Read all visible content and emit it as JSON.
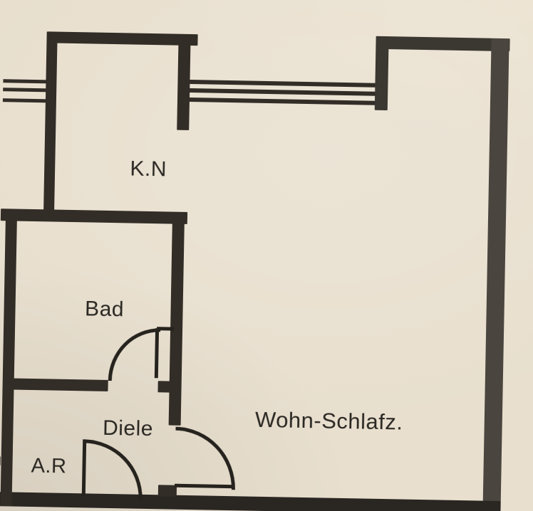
{
  "rooms": {
    "kn": {
      "label": "K.N"
    },
    "bad": {
      "label": "Bad"
    },
    "diele": {
      "label": "Diele"
    },
    "ar": {
      "label": "A.R"
    },
    "wohn": {
      "label": "Wohn-Schlafz."
    }
  },
  "colors": {
    "paper": "#e8dfce",
    "wall": "#322d27",
    "wall_right": "#4a453f",
    "wall_top": "#3b3731",
    "wall_bottom": "#2a2622",
    "door_line": "#26231e",
    "text": "#2b2823"
  }
}
